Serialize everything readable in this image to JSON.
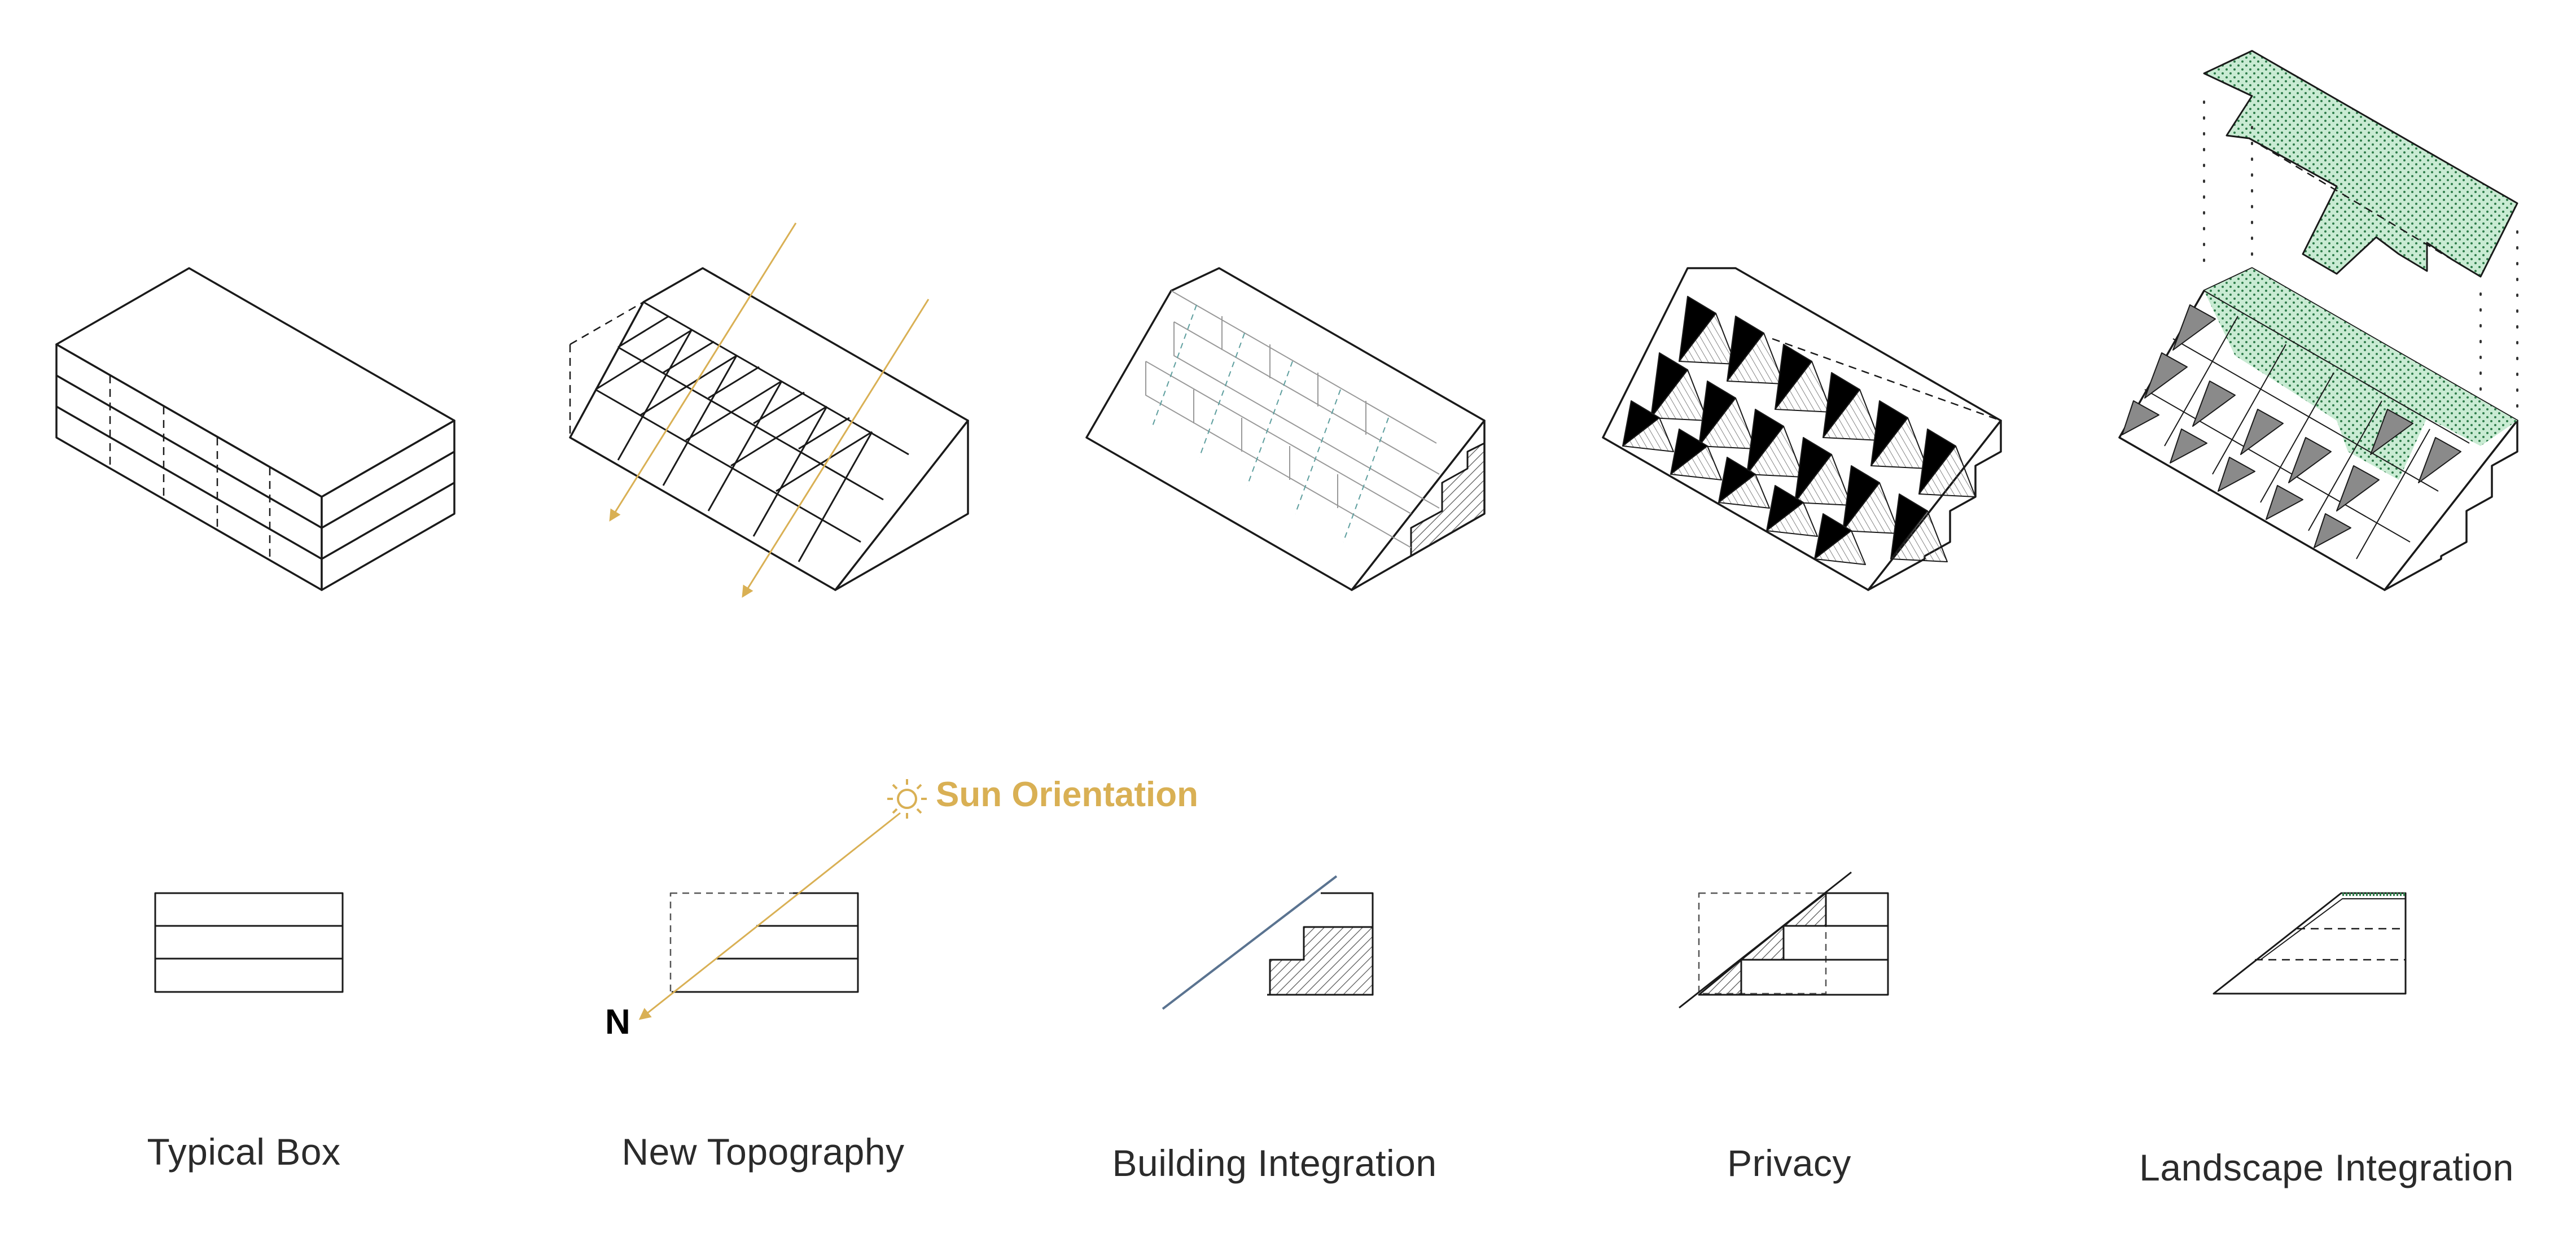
{
  "panels": [
    {
      "id": "typical-box",
      "label": "Typical Box"
    },
    {
      "id": "new-topography",
      "label": "New Topography"
    },
    {
      "id": "building-integration",
      "label": "Building Integration"
    },
    {
      "id": "privacy",
      "label": "Privacy"
    },
    {
      "id": "landscape-integration",
      "label": "Landscape Integration"
    }
  ],
  "annotations": {
    "sun_label": "Sun Orientation",
    "sun_icon": "sun-icon",
    "north_label": "N"
  },
  "colors": {
    "line": "#1a1a1a",
    "sun": "#d9b054",
    "landscape_fill": "#c9ebd3",
    "landscape_dots": "#2e7d4a",
    "integration_line": "#5a7390",
    "hatch": "#555555",
    "dark_fill": "#000000",
    "gray_fill": "#8a8a8a"
  }
}
